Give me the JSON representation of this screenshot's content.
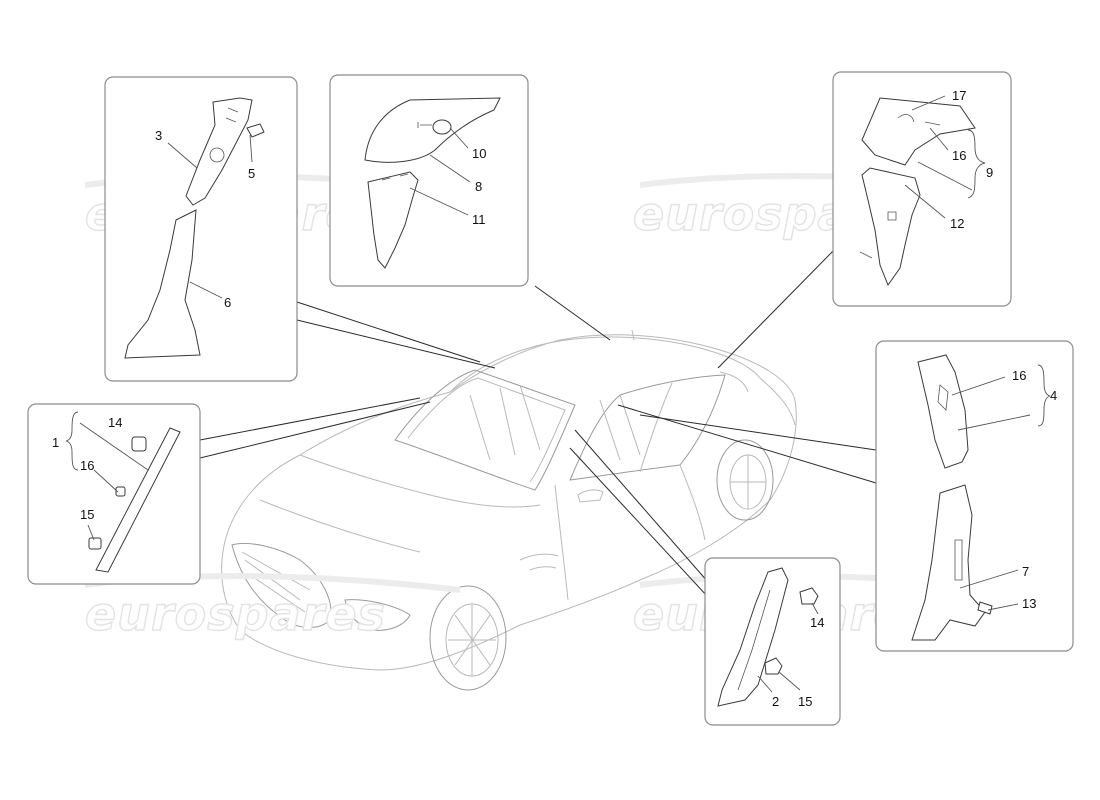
{
  "watermark": "eurospares",
  "callouts": {
    "c1": "1",
    "c2": "2",
    "c3": "3",
    "c4": "4",
    "c5": "5",
    "c6": "6",
    "c7": "7",
    "c8": "8",
    "c9": "9",
    "c10": "10",
    "c11": "11",
    "c12": "12",
    "c13": "13",
    "c14a": "14",
    "c14b": "14",
    "c15a": "15",
    "c15b": "15",
    "c16a": "16",
    "c16b": "16",
    "c16c": "16",
    "c17": "17"
  }
}
